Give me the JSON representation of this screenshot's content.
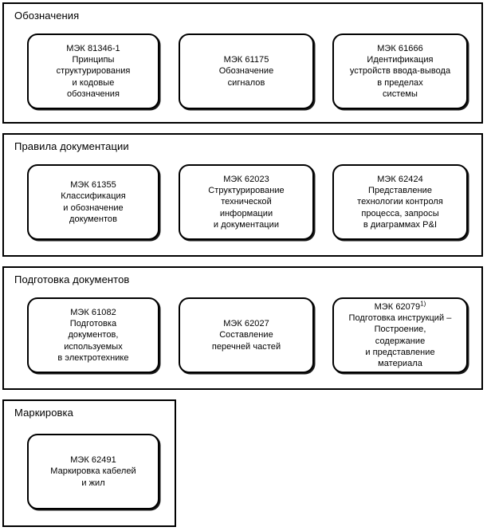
{
  "diagram": {
    "title_visible": false,
    "colors": {
      "border": "#000000",
      "background": "#ffffff",
      "text": "#000000"
    },
    "groups": [
      {
        "id": "oboznacheniya",
        "label": "Обозначения",
        "boxes": [
          {
            "id": "iec-81346-1",
            "standard": "МЭК 81346-1",
            "title": "Принципы\nструктурирования\nи кодовые\nобозначения",
            "text": "МЭК 81346-1\nПринципы\nструктурирования\nи кодовые\nобозначения",
            "footnote": ""
          },
          {
            "id": "iec-61175",
            "standard": "МЭК 61175",
            "title": "Обозначение\nсигналов",
            "text": "МЭК 61175\nОбозначение\nсигналов",
            "footnote": ""
          },
          {
            "id": "iec-61666",
            "standard": "МЭК 61666",
            "title": "Идентификация\nустройств ввода-вывода\nв пределах\nсистемы",
            "text": "МЭК 61666\nИдентификация\nустройств ввода-вывода\nв пределах\nсистемы",
            "footnote": ""
          }
        ]
      },
      {
        "id": "pravila-dokumentacii",
        "label": "Правила документации",
        "boxes": [
          {
            "id": "iec-61355",
            "standard": "МЭК 61355",
            "title": "Классификация\nи обозначение\nдокументов",
            "text": "МЭК 61355\nКлассификация\nи обозначение\nдокументов",
            "footnote": ""
          },
          {
            "id": "iec-62023",
            "standard": "МЭК 62023",
            "title": "Структурирование\nтехнической\nинформации\nи документации",
            "text": "МЭК 62023\nСтруктурирование\nтехнической\nинформации\nи документации",
            "footnote": ""
          },
          {
            "id": "iec-62424",
            "standard": "МЭК 62424",
            "title": "Представление\nтехнологии контроля\nпроцесса, запросы\nв диаграммах P&I",
            "text": "МЭК 62424\nПредставление\nтехнологии контроля\nпроцесса, запросы\nв диаграммах P&I",
            "footnote": ""
          }
        ]
      },
      {
        "id": "podgotovka-dokumentov",
        "label": "Подготовка документов",
        "boxes": [
          {
            "id": "iec-61082",
            "standard": "МЭК 61082",
            "title": "Подготовка\nдокументов,\nиспользуемых\nв электротехнике",
            "text": "МЭК 61082\nПодготовка\nдокументов,\nиспользуемых\nв электротехнике",
            "footnote": ""
          },
          {
            "id": "iec-62027",
            "standard": "МЭК 62027",
            "title": "Составление\nперечней частей",
            "text": "МЭК 62027\nСоставление\nперечней частей",
            "footnote": ""
          },
          {
            "id": "iec-62079",
            "standard": "МЭК 62079",
            "title": "Подготовка инструкций –\nПостроение,\nсодержание\nи представление\nматериала",
            "text": "МЭК 62079\nПодготовка инструкций –\nПостроение,\nсодержание\nи представление\nматериала",
            "footnote": "1)"
          }
        ]
      },
      {
        "id": "markirovka",
        "label": "Маркировка",
        "boxes": [
          {
            "id": "iec-62491",
            "standard": "МЭК 62491",
            "title": "Маркировка кабелей\nи жил",
            "text": "МЭК 62491\nМаркировка кабелей\nи жил",
            "footnote": ""
          }
        ]
      }
    ]
  }
}
